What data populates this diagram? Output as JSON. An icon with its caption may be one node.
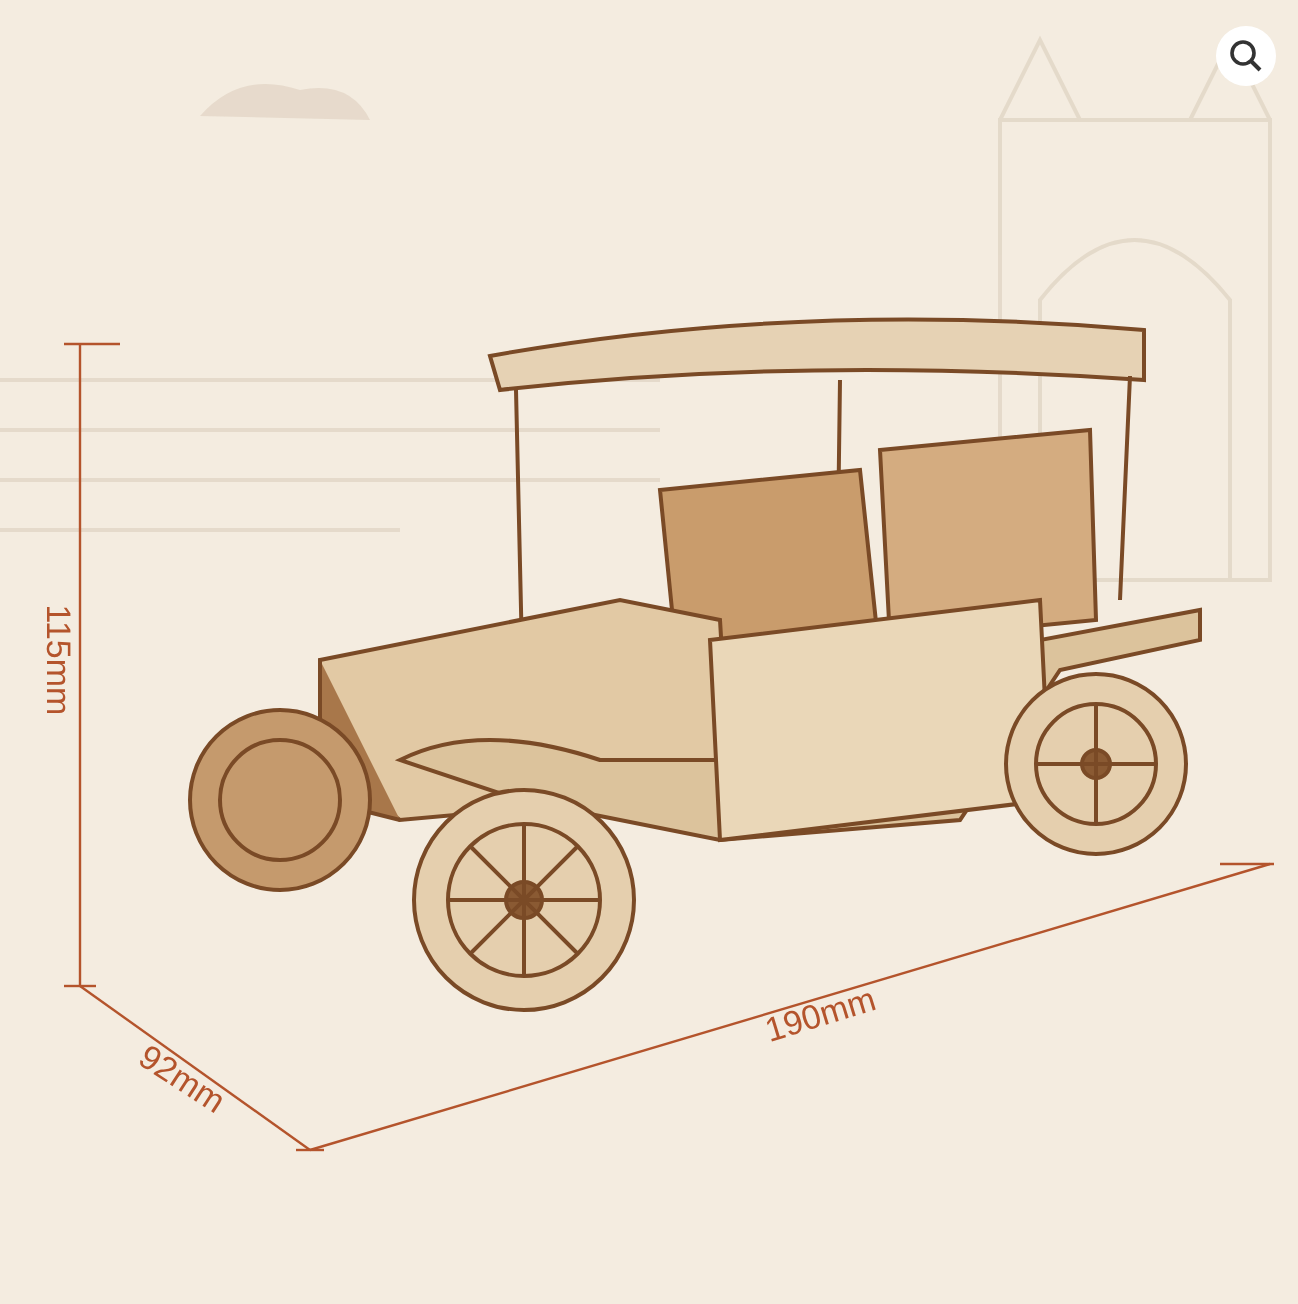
{
  "diagram": {
    "labels": [
      "115mm",
      "92mm",
      "190mm"
    ]
  }
}
